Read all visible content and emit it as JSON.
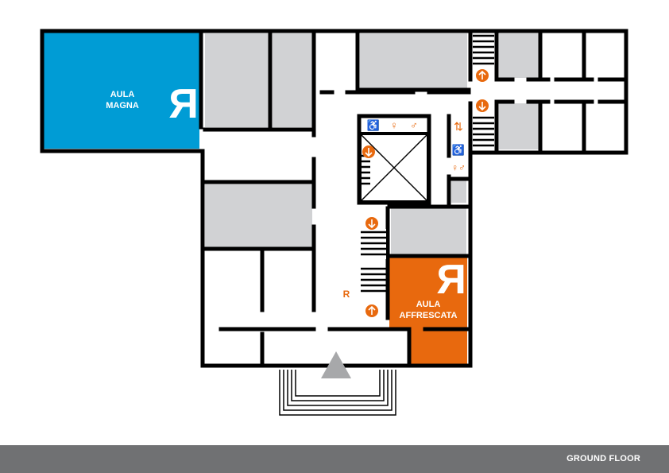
{
  "colors": {
    "aula_magna": "#009CD5",
    "aula_affrescata": "#E8690E",
    "room_gray": "#D1D2D4",
    "icon_orange": "#E8690E",
    "footer": "#707173",
    "entrance": "#A7A8AA"
  },
  "rooms": {
    "aula_magna": {
      "line1": "AULA",
      "line2": "MAGNA",
      "logo": "Я"
    },
    "aula_affrescata": {
      "line1": "AULA",
      "line2": "AFFRESCATA",
      "logo": "Я"
    }
  },
  "marker_r": "R",
  "icons": [
    "wheelchair-icon",
    "woman-icon",
    "man-icon",
    "elevator-icon",
    "stairs-up-icon",
    "stairs-down-icon",
    "entrance-icon"
  ],
  "footer": {
    "floor_label": "GROUND FLOOR"
  }
}
